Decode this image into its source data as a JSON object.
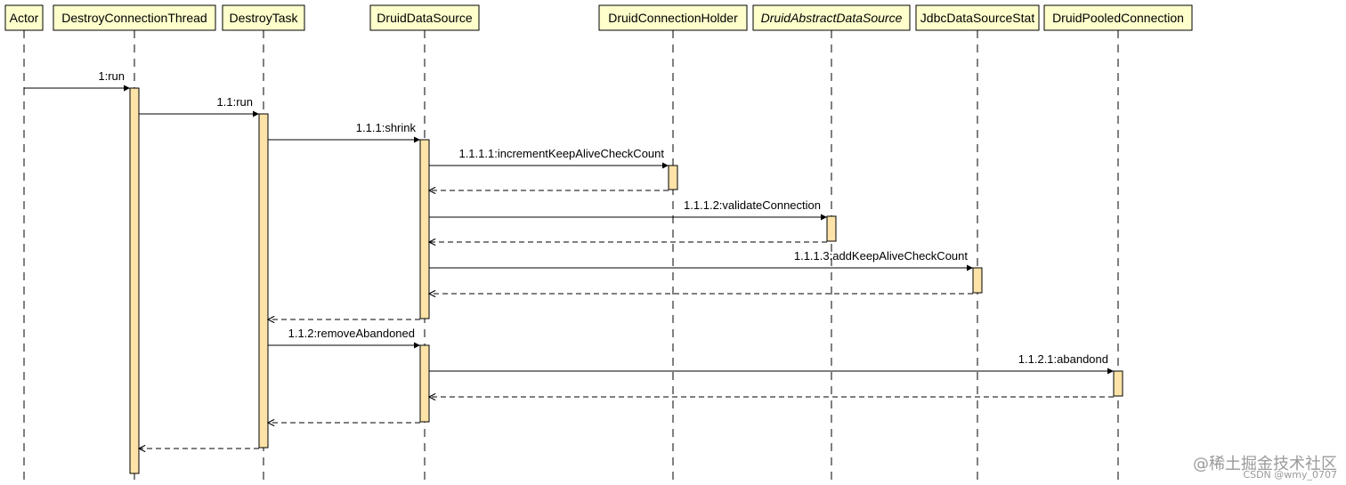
{
  "participants": [
    {
      "id": "actor",
      "label": "Actor",
      "italic": false
    },
    {
      "id": "dct",
      "label": "DestroyConnectionThread",
      "italic": false
    },
    {
      "id": "dt",
      "label": "DestroyTask",
      "italic": false
    },
    {
      "id": "dds",
      "label": "DruidDataSource",
      "italic": false
    },
    {
      "id": "dch",
      "label": "DruidConnectionHolder",
      "italic": false
    },
    {
      "id": "dads",
      "label": "DruidAbstractDataSource",
      "italic": true
    },
    {
      "id": "jdss",
      "label": "JdbcDataSourceStat",
      "italic": false
    },
    {
      "id": "dpc",
      "label": "DruidPooledConnection",
      "italic": false
    }
  ],
  "messages": [
    {
      "id": "m1",
      "from": "actor",
      "to": "dct",
      "label": "1:run",
      "type": "call"
    },
    {
      "id": "m2",
      "from": "dct",
      "to": "dt",
      "label": "1.1:run",
      "type": "call"
    },
    {
      "id": "m3",
      "from": "dt",
      "to": "dds",
      "label": "1.1.1:shrink",
      "type": "call"
    },
    {
      "id": "m4",
      "from": "dds",
      "to": "dch",
      "label": "1.1.1.1:incrementKeepAliveCheckCount",
      "type": "call"
    },
    {
      "id": "r4",
      "from": "dch",
      "to": "dds",
      "label": "",
      "type": "return"
    },
    {
      "id": "m5",
      "from": "dds",
      "to": "dads",
      "label": "1.1.1.2:validateConnection",
      "type": "call"
    },
    {
      "id": "r5",
      "from": "dads",
      "to": "dds",
      "label": "",
      "type": "return"
    },
    {
      "id": "m6",
      "from": "dds",
      "to": "jdss",
      "label": "1.1.1.3:addKeepAliveCheckCount",
      "type": "call"
    },
    {
      "id": "r6",
      "from": "jdss",
      "to": "dds",
      "label": "",
      "type": "return"
    },
    {
      "id": "r3",
      "from": "dds",
      "to": "dt",
      "label": "",
      "type": "return"
    },
    {
      "id": "m7",
      "from": "dt",
      "to": "dds",
      "label": "1.1.2:removeAbandoned",
      "type": "call"
    },
    {
      "id": "m8",
      "from": "dds",
      "to": "dpc",
      "label": "1.1.2.1:abandond",
      "type": "call"
    },
    {
      "id": "r8",
      "from": "dpc",
      "to": "dds",
      "label": "",
      "type": "return"
    },
    {
      "id": "r7",
      "from": "dds",
      "to": "dt",
      "label": "",
      "type": "return"
    },
    {
      "id": "r2",
      "from": "dt",
      "to": "dct",
      "label": "",
      "type": "return"
    }
  ],
  "colors": {
    "participant_fill": "#ffffcc",
    "activation_fill": "#fde3a7",
    "line": "#000000"
  },
  "watermark": {
    "main": "@稀土掘金技术社区",
    "sub": "CSDN @wmy_0707"
  }
}
